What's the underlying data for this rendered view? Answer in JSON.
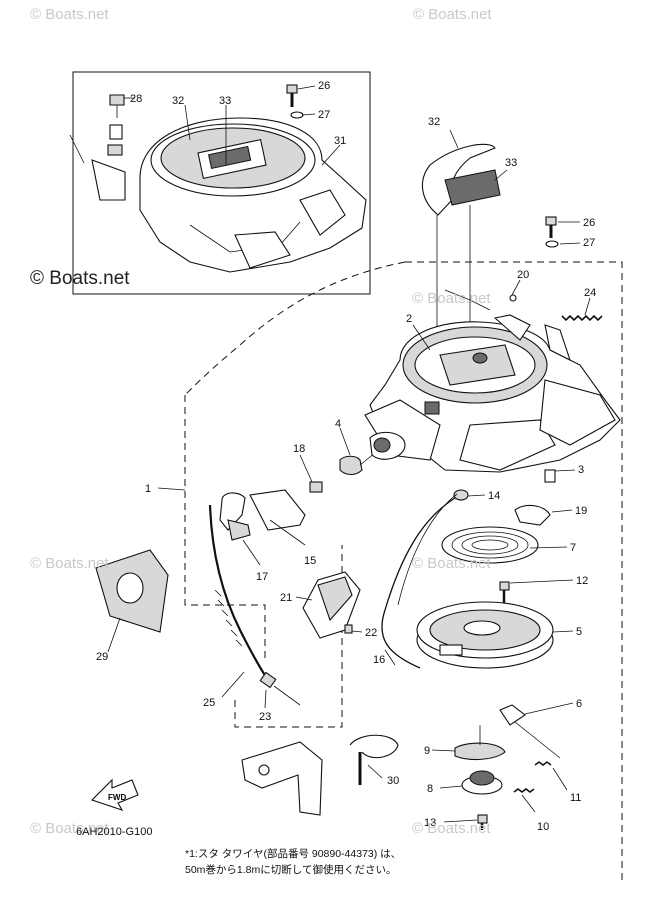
{
  "watermarks": {
    "brand": "© Boats.net",
    "main": "© Boats.net"
  },
  "diagram_code": "6AH2010-G100",
  "footnote": {
    "line1": "*1:スタ  タワイヤ(部品番号 90890-44373) は、",
    "line2": "50m巻から1.8mに切断して御使用ください。"
  },
  "fwd_label": "FWD",
  "callouts": {
    "c1": "1",
    "c2": "2",
    "c3": "3",
    "c4": "4",
    "c5": "5",
    "c6": "6",
    "c7": "7",
    "c8": "8",
    "c9": "9",
    "c10": "10",
    "c11": "11",
    "c12": "12",
    "c13": "13",
    "c14": "14",
    "c15": "15",
    "c16": "16",
    "c17": "17",
    "c18": "18",
    "c19": "19",
    "c20": "20",
    "c21": "21",
    "c22": "22",
    "c23": "23",
    "c24": "24",
    "c25": "25",
    "c26": "26",
    "c27": "27",
    "c29": "29",
    "c30": "30",
    "inset28": "28",
    "inset32": "32",
    "inset33": "33",
    "inset26": "26",
    "inset27": "27",
    "inset31": "31",
    "main32": "32",
    "main33": "33",
    "main26": "26",
    "main27": "27"
  }
}
